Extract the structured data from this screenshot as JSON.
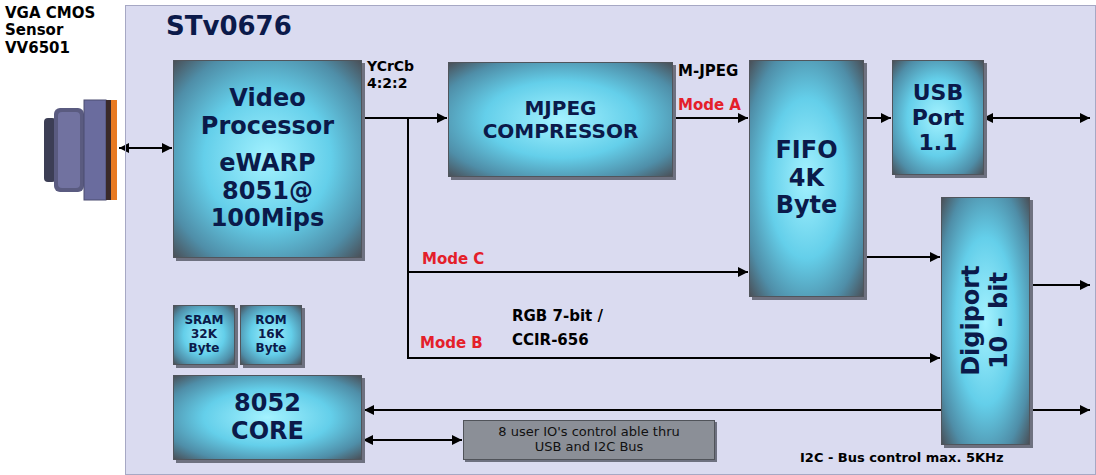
{
  "diagram": {
    "nodes": [
      {
        "text": [
          "VGA CMOS Sensor VV6501"
        ]
      },
      {
        "text": [
          "STv0676"
        ]
      },
      {
        "text": [
          "Video Processor",
          "eWARP 8051@ 100Mips"
        ],
        "in": 1
      },
      {
        "text": [
          "MJPEG COMPRESSOR"
        ],
        "in": 1
      },
      {
        "text": [
          "FIFO 4K Byte"
        ],
        "in": 1
      },
      {
        "text": [
          "USB Port 1.1"
        ],
        "in": 1
      },
      {
        "text": [
          "Digiport 10 - bit"
        ],
        "in": 1
      },
      {
        "text": [
          "SRAM 32K Byte"
        ],
        "in": 1
      },
      {
        "text": [
          "ROM 16K Byte"
        ],
        "in": 1
      },
      {
        "text": [
          "8052 CORE"
        ],
        "in": 1
      },
      {
        "text": [
          "8 user IO's control able thru USB and I2C Bus"
        ],
        "in": 1
      }
    ],
    "edges": [
      {
        "from": 0,
        "to": 2,
        "arrow": "both"
      },
      {
        "from": 2,
        "to": 3,
        "label": "YCrCb 4:2:2",
        "arrow": "to"
      },
      {
        "from": 3,
        "to": 4,
        "label": "Mode A",
        "arrow": "to"
      },
      {
        "from": 2,
        "to": 4,
        "label": "Mode C",
        "arrow": "to"
      },
      {
        "from": 2,
        "to": 6,
        "label": "Mode B",
        "arrow": "to"
      },
      {
        "from": 4,
        "to": 5,
        "arrow": "to"
      },
      {
        "from": 4,
        "to": 6,
        "arrow": "to"
      },
      {
        "from": 9,
        "to": 10,
        "arrow": "both"
      }
    ],
    "labels": [
      "M-JPEG",
      "RGB 7-bit / CCIR-656",
      "I2C - Bus control max. 5KHz"
    ]
  }
}
